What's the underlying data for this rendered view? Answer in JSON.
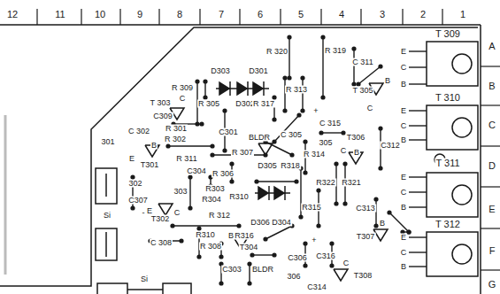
{
  "diagram": {
    "labels": [
      "12",
      "11",
      "10",
      "9",
      "8",
      "7",
      "6",
      "5",
      "4",
      "3",
      "2",
      "1",
      "A",
      "B",
      "C",
      "D",
      "E",
      "F",
      "G",
      "T 309",
      "E",
      "C",
      "B",
      "T 310",
      "E",
      "C",
      "B",
      "T 311",
      "E",
      "C",
      "B",
      "T 312",
      "E",
      "C",
      "B",
      "R 320",
      "R 319",
      "C 311",
      "T 305",
      "B",
      "C",
      "D303",
      "D301",
      "R 309",
      "D302",
      "R 313",
      "R 317",
      "R 305",
      "T 303",
      "C",
      "C309",
      "R 301",
      "R 302",
      "C 315",
      "C 305",
      "BLDR",
      "C301",
      "C 302",
      "301",
      "B",
      "T301",
      "E",
      "R 311",
      "R 307",
      "R 314",
      "305",
      "T306",
      "C",
      "B",
      "C312",
      "302",
      "C307",
      "C304",
      "R 306",
      "D305",
      "R318",
      "303",
      "R303",
      "R304",
      "R310",
      "R322",
      "R321",
      "R315",
      "C313",
      "T302",
      "E",
      "C",
      "R 312",
      "D306",
      "D304",
      "T307",
      "B",
      "R316",
      "B",
      "R310",
      "R 308",
      "T304",
      "C 308",
      "C306",
      "C316",
      "C303",
      "BLDR",
      "306",
      "C314",
      "T308",
      "C",
      "Si",
      "Si",
      "+",
      "-",
      "+"
    ]
  }
}
